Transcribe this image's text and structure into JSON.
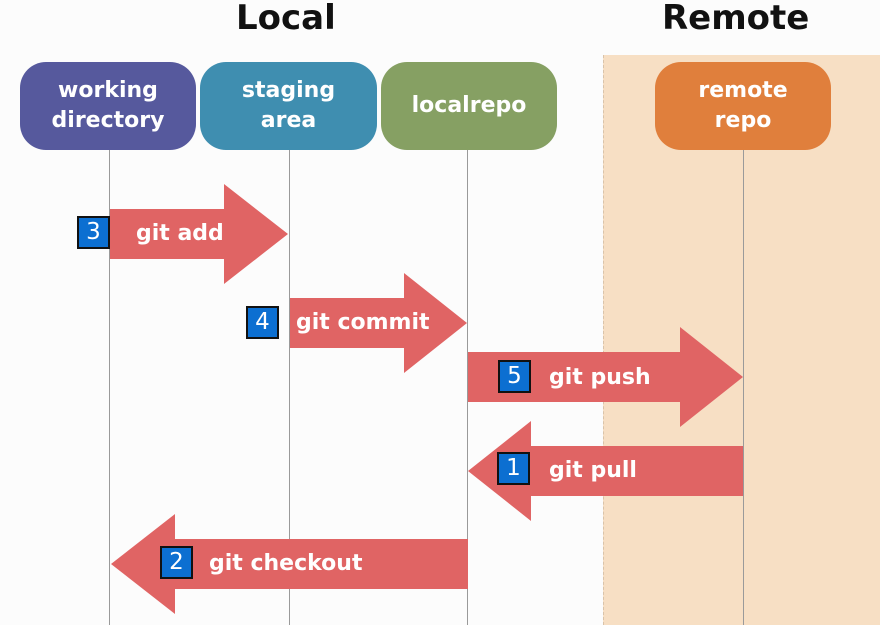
{
  "sections": {
    "local": "Local",
    "remote": "Remote"
  },
  "nodes": {
    "working_directory": "working\ndirectory",
    "staging_area": "staging\narea",
    "localrepo": "localrepo",
    "remote_repo": "remote\nrepo"
  },
  "steps": {
    "git_add": {
      "number": "3",
      "label": "git add"
    },
    "git_commit": {
      "number": "4",
      "label": "git commit"
    },
    "git_push": {
      "number": "5",
      "label": "git push"
    },
    "git_pull": {
      "number": "1",
      "label": "git pull"
    },
    "git_checkout": {
      "number": "2",
      "label": "git checkout"
    }
  },
  "colors": {
    "working_directory": "#56599d",
    "staging_area": "#3f8eb0",
    "localrepo": "#86a063",
    "remote_repo": "#e07f3c",
    "arrow": "#e06464",
    "badge": "#0c6fd1",
    "remote_zone": "#f7dfc4"
  }
}
